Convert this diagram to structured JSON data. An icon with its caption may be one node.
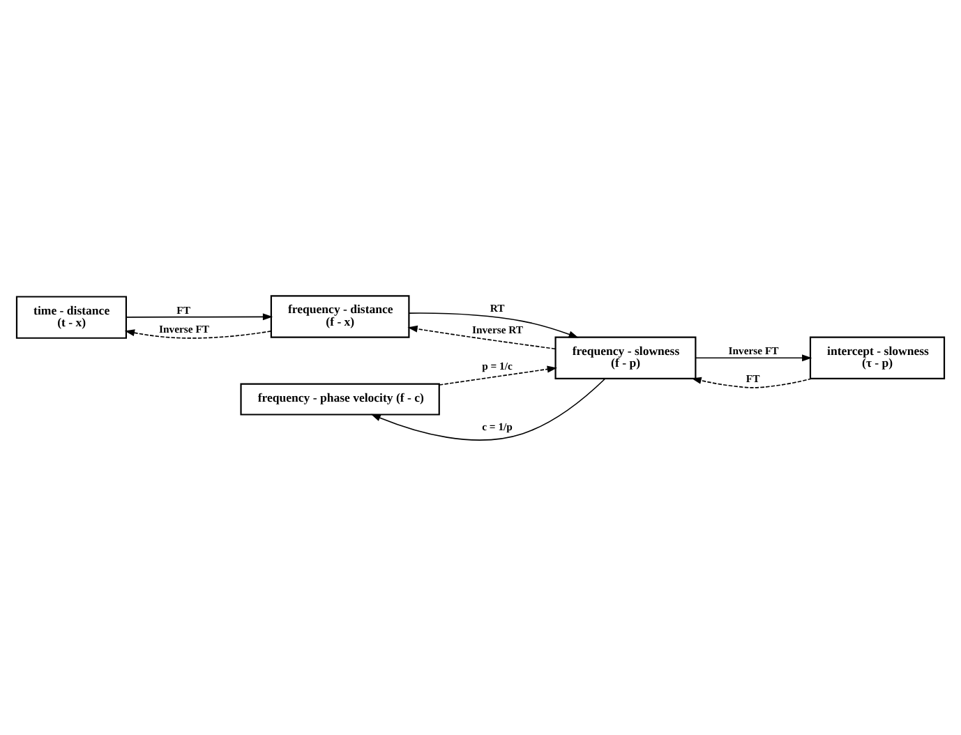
{
  "diagram": {
    "nodes": [
      {
        "text": [
          "time - distance",
          "(t - x)"
        ]
      },
      {
        "text": [
          "frequency - distance",
          "(f - x)"
        ]
      },
      {
        "text": [
          "frequency - phase velocity (f - c)"
        ]
      },
      {
        "text": [
          "frequency - slowness",
          "(f - p)"
        ]
      },
      {
        "text": [
          "intercept - slowness",
          "(τ - p)"
        ]
      }
    ],
    "edges": [
      {
        "from": 0,
        "to": 1,
        "arrow": "to",
        "label": "FT"
      },
      {
        "from": 1,
        "to": 0,
        "arrow": "to",
        "label": "Inverse FT",
        "style": "dashed"
      },
      {
        "from": 1,
        "to": 3,
        "arrow": "to",
        "label": "RT"
      },
      {
        "from": 3,
        "to": 1,
        "arrow": "to",
        "label": "Inverse RT",
        "style": "dashed"
      },
      {
        "from": 3,
        "to": 2,
        "arrow": "to",
        "label": "c = 1/p"
      },
      {
        "from": 2,
        "to": 3,
        "arrow": "to",
        "label": "p = 1/c",
        "style": "dashed"
      },
      {
        "from": 4,
        "to": 3,
        "arrow": "to",
        "label": "FT",
        "style": "dashed"
      },
      {
        "from": 3,
        "to": 4,
        "arrow": "to",
        "label": "Inverse FT"
      }
    ]
  }
}
